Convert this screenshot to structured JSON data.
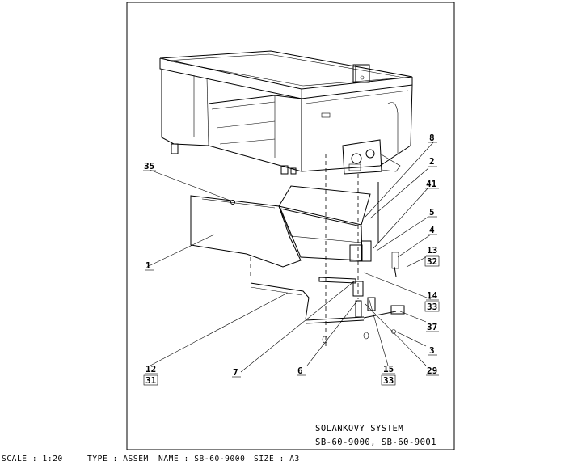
{
  "drawing": {
    "title_line1": "SOLANKOVY SYSTEM",
    "title_line2": "SB-60-9000, SB-60-9001"
  },
  "footer": {
    "scale": "SCALE : 1:20",
    "type": "TYPE : ASSEM",
    "name": "NAME : SB-60-9000",
    "size": "SIZE : A3"
  },
  "callouts": {
    "c8": "8",
    "c2": "2",
    "c41": "41",
    "c5": "5",
    "c4": "4",
    "c13": "13",
    "c32": "32",
    "c14": "14",
    "c33a": "33",
    "c37": "37",
    "c3": "3",
    "c29": "29",
    "c15": "15",
    "c33b": "33",
    "c6": "6",
    "c7": "7",
    "c12": "12",
    "c31": "31",
    "c1": "1",
    "c35": "35"
  }
}
